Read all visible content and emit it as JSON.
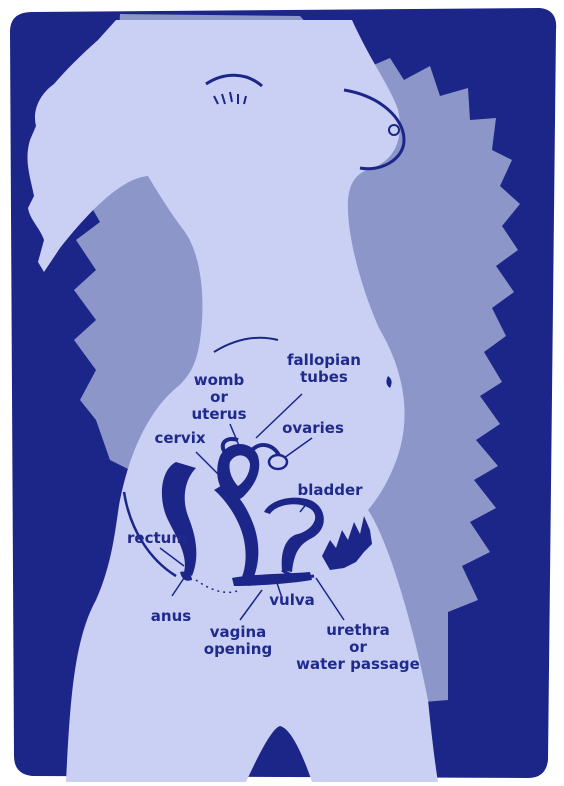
{
  "colors": {
    "background": "#1c2688",
    "shadow": "#8d96c9",
    "body": "#c9d0f4",
    "organs": "#1c2688",
    "label_text": "#1f2a8c"
  },
  "labels": {
    "fallopian_tubes": "fallopian\ntubes",
    "womb": "womb\nor\nuterus",
    "ovaries": "ovaries",
    "cervix": "cervix",
    "bladder": "bladder",
    "rectum": "rectum",
    "anus": "anus",
    "vulva": "vulva",
    "vagina_opening": "vagina\nopening",
    "urethra": "urethra\nor\nwater passage"
  }
}
